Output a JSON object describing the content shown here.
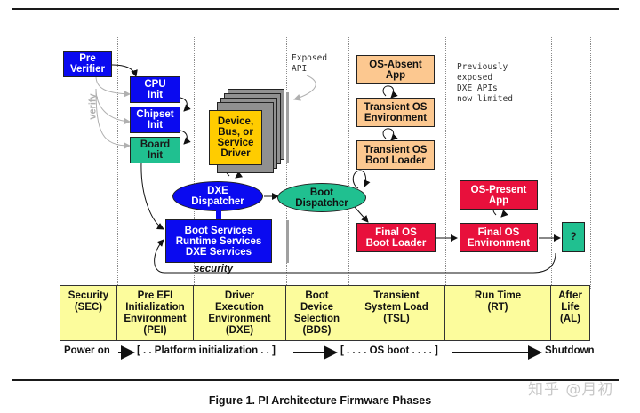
{
  "diagram": {
    "boxes": {
      "pre_verifier": "Pre\nVerifier",
      "cpu_init": "CPU\nInit",
      "chipset_init": "Chipset\nInit",
      "board_init": "Board\nInit",
      "device_driver": "Device,\nBus, or\nService\nDriver",
      "dxe_dispatcher": "DXE\nDispatcher",
      "services": "Boot Services\nRuntime Services\nDXE Services",
      "boot_dispatcher": "Boot\nDispatcher",
      "os_absent_app": "OS-Absent\nApp",
      "transient_os_env": "Transient OS\nEnvironment",
      "transient_os_loader": "Transient OS\nBoot Loader",
      "final_os_loader": "Final OS\nBoot Loader",
      "os_present_app": "OS-Present\nApp",
      "final_os_env": "Final OS\nEnvironment",
      "after_life": "?"
    },
    "labels": {
      "verify": "verify",
      "security": "security",
      "exposed_api": "Exposed\nAPI",
      "previously_exposed": "Previously\nexposed\nDXE APIs\nnow limited"
    },
    "phases": [
      {
        "name": "Security\n(SEC)"
      },
      {
        "name": "Pre EFI\nInitialization\nEnvironment\n(PEI)"
      },
      {
        "name": "Driver\nExecution\nEnvironment\n(DXE)"
      },
      {
        "name": "Boot\nDevice\nSelection\n(BDS)"
      },
      {
        "name": "Transient\nSystem Load\n(TSL)"
      },
      {
        "name": "Run Time\n(RT)"
      },
      {
        "name": "After\nLife\n(AL)"
      }
    ],
    "timeline": {
      "power_on": "Power on",
      "platform_init": "[ . . Platform initialization . . ]",
      "os_boot": "[ . . . . OS boot . . . . ]",
      "shutdown": "Shutdown"
    },
    "colors": {
      "pei_blue": "#0a0af0",
      "green": "#20c090",
      "tan": "#fcc890",
      "red": "#e8103c",
      "driver_yellow": "#ffcc00",
      "phase_yellow": "#fcfc9c"
    }
  },
  "caption": "Figure 1. PI Architecture Firmware Phases",
  "watermark": "知乎 @月初"
}
